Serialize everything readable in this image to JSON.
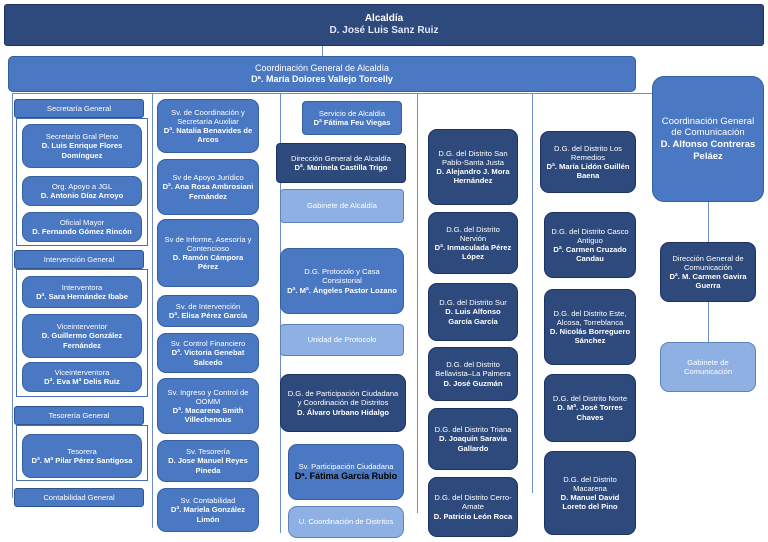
{
  "top": {
    "title": "Alcaldía",
    "name": "D. José Luis Sanz Ruiz"
  },
  "coord": {
    "title": "Coordinación General de Alcaldía",
    "name": "Dª. María Dolores Vallejo Torcelly"
  },
  "comunicacion": {
    "title": "Coordinación General de Comunicación",
    "name": "D. Alfonso Contreras Peláez",
    "direccion": {
      "title": "Dirección General de Comunicación",
      "name": "Dª. M. Carmen Gavira Guerra"
    },
    "gabinete": "Gabinete de Comunicación"
  },
  "col1": {
    "secretaria": {
      "header": "Secretaría General",
      "items": [
        {
          "title": "Secretario Gral Pleno",
          "name": "D. Luis Enrique Flores Domínguez"
        },
        {
          "title": "Org. Apoyo a JGL",
          "name": "D. Antonio Díaz Arroyo"
        },
        {
          "title": "Oficial Mayor",
          "name": "D. Fernando Gómez Rincón"
        }
      ]
    },
    "intervencion": {
      "header": "Intervención General",
      "items": [
        {
          "title": "Interventora",
          "name": "Dª. Sara Hernández Ibabe"
        },
        {
          "title": "Viceinterventor",
          "name": "D. Guillermo González Fernández"
        },
        {
          "title": "Viceinterventora",
          "name": "Dª. Eva Mª Delis Ruiz"
        }
      ]
    },
    "tesoreria": {
      "header": "Tesorería General",
      "items": [
        {
          "title": "Tesorera",
          "name": "Dª. Mª Pilar Pérez Santigosa"
        }
      ]
    },
    "contabilidad": {
      "header": "Contabilidad General"
    }
  },
  "col2": [
    {
      "title": "Sv. de Coordinación y Secretaría Auxiliar",
      "name": "Dª. Natalia Benavides de Arcos"
    },
    {
      "title": "Sv de Apoyo Jurídico",
      "name": "Dª. Ana Rosa Ambrosiani Fernández"
    },
    {
      "title": "Sv de Informe, Asesoría y Contencioso",
      "name": "D. Ramón Cámpora Pérez"
    },
    {
      "title": "Sv. de Intervención",
      "name": "Dª. Elisa Pérez García"
    },
    {
      "title": "Sv. Control Financiero",
      "name": "Dª. Victoria Genebat Salcedo"
    },
    {
      "title": "Sv. Ingreso y Control de OOMM",
      "name": "Dª. Macarena Smith Villechenous"
    },
    {
      "title": "Sv. Tesorería",
      "name": "D. Jose Manuel Reyes Pineda"
    },
    {
      "title": "Sv. Contabilidad",
      "name": "Dª. Mariela González Limón"
    }
  ],
  "col3": {
    "servicio": {
      "title": "Servicio de Alcaldía",
      "name": "Dª Fátima Feu Viegas"
    },
    "direccion": {
      "title": "Dirección General de Alcaldía",
      "name": "Dª. Marinela Castilla Trigo"
    },
    "gabinete": "Gabinete de Alcaldía",
    "protocolo": {
      "title": "D.G. Protocolo y Casa Consistorial",
      "name": "Dª. Mª. Ángeles Pastor Lozano"
    },
    "unidad_protocolo": "Unidad de Protocolo",
    "participacion": {
      "title": "D.G. de Participación Ciudadana y Coordinación de Distritos",
      "name": "D. Álvaro Urbano Hidalgo"
    },
    "sv_participacion": {
      "title": "Sv. Participación Ciudadana",
      "name": "Dª. Fátima García Rubio"
    },
    "u_coordinacion": "U. Coordinación de Distritos"
  },
  "col4": [
    {
      "title": "D.G. del Distrito San Pablo-Santa Justa",
      "name": "D. Alejandro J. Mora Hernández"
    },
    {
      "title": "D.G. del Distrito Nervión",
      "name": "Dª. Inmaculada Pérez López"
    },
    {
      "title": "D.G. del Distrito Sur",
      "name": "D. Luis Alfonso García García"
    },
    {
      "title": "D.G. del Distrito Bellavista–La Palmera",
      "name": "D. José Guzmán"
    },
    {
      "title": "D.G. del Distrito Triana",
      "name": "D. Joaquín Saravia Gallardo"
    },
    {
      "title": "D.G. del Distrito Cerro-Amate",
      "name": "D. Patricio León Roca"
    }
  ],
  "col5": [
    {
      "title": "D.G. del Distrito Los Remedios",
      "name": "Dª. María Lidón Guillén Baena"
    },
    {
      "title": "D.G. del Distrito Casco Antiguo",
      "name": "Dª. Carmen Cruzado Candau"
    },
    {
      "title": "D.G. del Distrito Este, Alcosa, Torreblanca",
      "name": "D. Nicolás Borreguero Sánchez"
    },
    {
      "title": "D.G. del Distrito Norte",
      "name": "D. Mª. José Torres Chaves"
    },
    {
      "title": "D.G. del Distrito Macarena",
      "name": "D. Manuel David Loreto del Pino"
    }
  ],
  "colors": {
    "dark": "#2e4a7c",
    "medium": "#4a78c2",
    "light": "#8fb0e2",
    "line": "#6b8cc4"
  }
}
